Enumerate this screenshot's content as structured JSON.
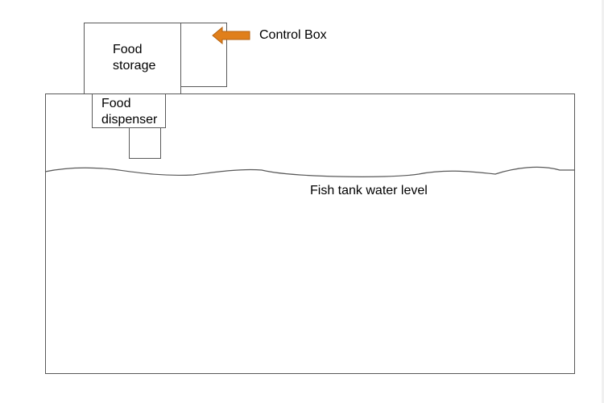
{
  "labels": {
    "food_storage_line1": "Food",
    "food_storage_line2": "storage",
    "food_dispenser_line1": "Food",
    "food_dispenser_line2": "dispenser",
    "control_box": "Control Box",
    "water_level": "Fish tank water level"
  },
  "colors": {
    "arrow_fill": "#e07f1b",
    "arrow_stroke": "#b5620f",
    "outline": "#595959",
    "water_line": "#595959"
  },
  "icons": {
    "pointer_arrow": "left-arrow-icon"
  }
}
